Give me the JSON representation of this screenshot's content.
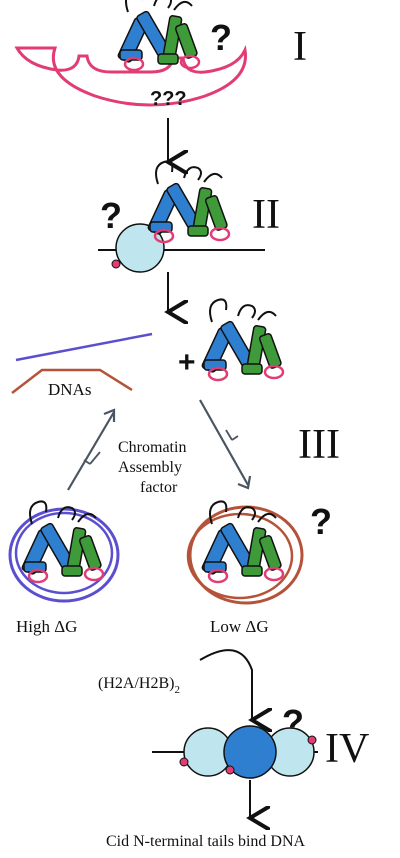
{
  "stages": {
    "I": {
      "numeral": "I",
      "question": "?",
      "unknown": "???"
    },
    "II": {
      "numeral": "II",
      "question": "?"
    },
    "III": {
      "numeral": "III",
      "plus": "+",
      "dna_label": "DNAs",
      "assembly_line1": "Chromatin",
      "assembly_line2": "Assembly",
      "assembly_line3": "factor",
      "high_label": "High ΔG",
      "low_label": "Low ΔG",
      "question": "?"
    },
    "IV": {
      "numeral": "IV",
      "question": "?",
      "h2a_label": "(H2A/H2B)",
      "h2a_subscript": "2",
      "result": "Cid N-terminal tails bind DNA"
    }
  },
  "colors": {
    "helix_blue": "#2f7fd0",
    "helix_green": "#3f9a3a",
    "loop_pink": "#e23c74",
    "dna_purple": "#5b4fcf",
    "dna_brown": "#b5533a",
    "nucleosome_light": "#bfe6ee",
    "nucleosome_dark": "#2f7fd0",
    "tail_dot": "#e23c74"
  }
}
